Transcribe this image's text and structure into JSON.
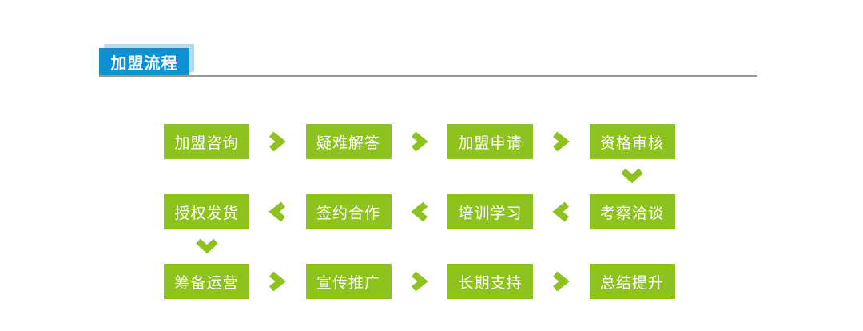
{
  "header": {
    "title": "加盟流程"
  },
  "colors": {
    "green": "#8dc21f",
    "blue": "#0e90d2",
    "blue_shadow": "#b5dcf2",
    "divider": "#999999",
    "box_text": "#ffffff"
  },
  "flow": {
    "rows": [
      {
        "direction": "right",
        "steps": [
          "加盟咨询",
          "疑难解答",
          "加盟申请",
          "资格审核"
        ]
      },
      {
        "direction": "left",
        "steps": [
          "授权发货",
          "签约合作",
          "培训学习",
          "考察洽谈"
        ]
      },
      {
        "direction": "right",
        "steps": [
          "筹备运营",
          "宣传推广",
          "长期支持",
          "总结提升"
        ]
      }
    ],
    "connectors": {
      "row1_to_row2": "down-at-column-4",
      "row2_to_row3": "down-at-column-1"
    }
  }
}
